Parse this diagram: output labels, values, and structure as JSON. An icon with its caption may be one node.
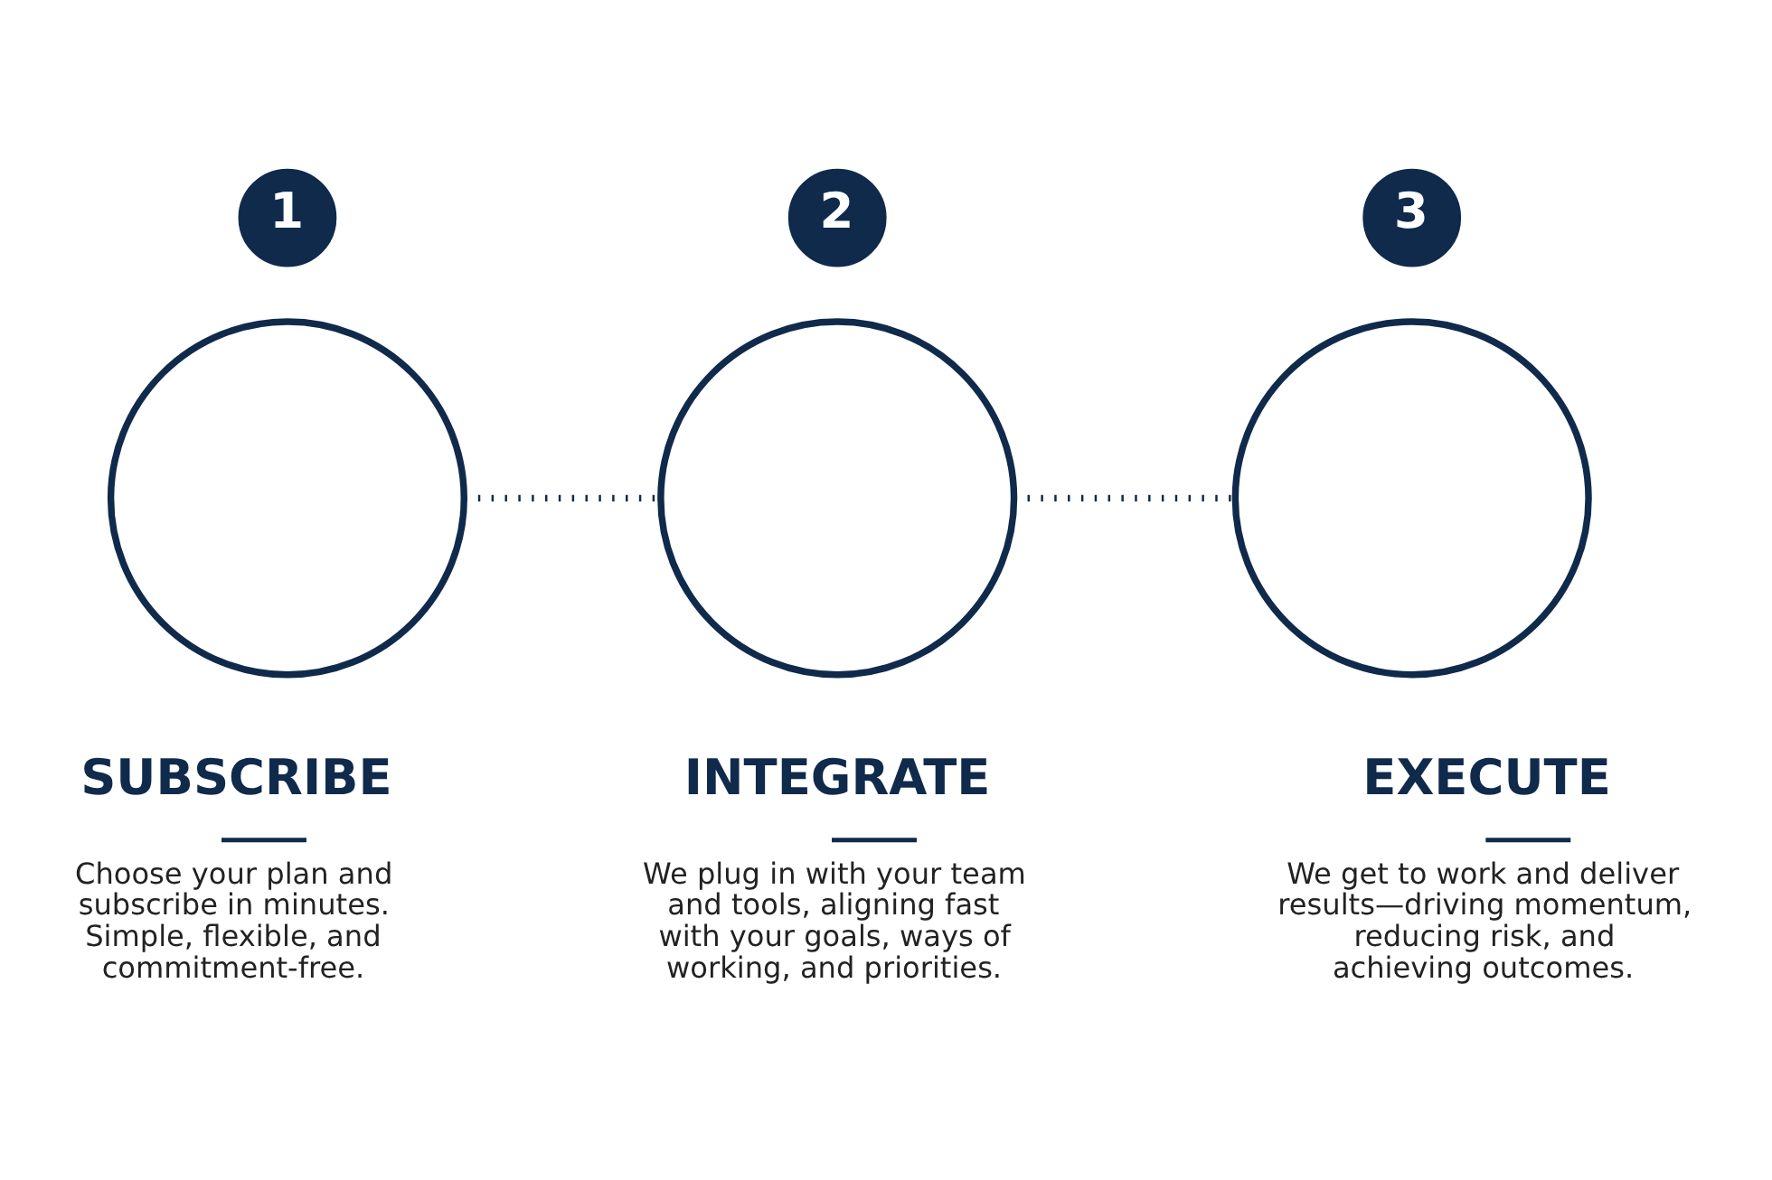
{
  "diagram": {
    "nodes": [
      {
        "text": [
          "1"
        ]
      },
      {
        "text": [
          "2"
        ]
      },
      {
        "text": [
          "3"
        ]
      },
      {
        "text": [],
        "shape": "circle",
        "beside": [
          "SUBSCRIBE",
          "Choose your plan and subscribe in minutes. Simple, flexible, and commitment-free."
        ]
      },
      {
        "text": [],
        "shape": "circle",
        "beside": [
          "INTEGRATE",
          "We plug in with your team and tools, aligning fast with your goals, ways of working, and priorities."
        ]
      },
      {
        "text": [],
        "shape": "circle",
        "beside": [
          "EXECUTE",
          "We get to work and deliver results—driving momentum, reducing risk, and achieving outcomes."
        ]
      }
    ],
    "edges": [
      {
        "from": 3,
        "to": 4,
        "arrow": "none",
        "style": "dashed"
      },
      {
        "from": 4,
        "to": 5,
        "arrow": "none",
        "style": "dashed"
      }
    ]
  }
}
